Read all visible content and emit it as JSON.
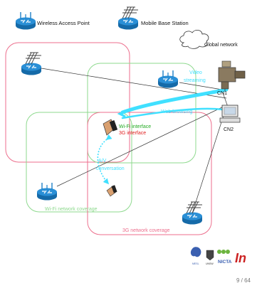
{
  "legend": {
    "wap": "Wireless Access Point",
    "mbs": "Mobile Base Station"
  },
  "labels": {
    "global_network": "Global network",
    "video_streaming_1": "Video",
    "video_streaming_2": "streaming",
    "web_browsing": "Web browsing",
    "cn1": "CN1",
    "cn2": "CN2",
    "wifi_interface": "Wi-Fi interface",
    "g3_interface": "3G interface",
    "av_1": "A/V",
    "av_2": "conversation",
    "wifi_coverage": "Wi-Fi network coverage",
    "g3_coverage": "3G network coverage"
  },
  "footer": {
    "page": "9 / 64",
    "logos": [
      "MESL",
      "UNSW",
      "NICTA",
      "In"
    ]
  },
  "colors": {
    "pink": "#ec6e8c",
    "green": "#8ed98e",
    "cyan": "#40e0ff",
    "wifi_text": "#22aa22",
    "g3_text": "#e02020",
    "router_blue": "#1e80c8"
  }
}
